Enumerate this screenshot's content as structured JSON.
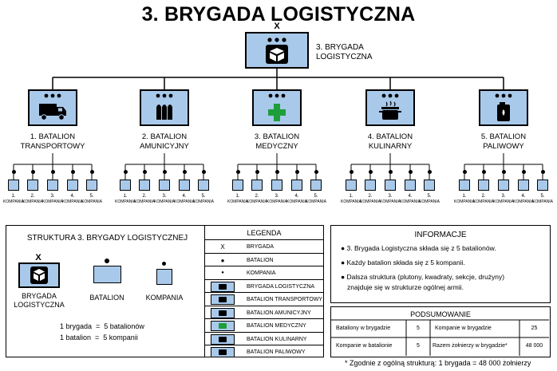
{
  "header": {
    "title": "3. BRYGADA LOGISTYCZNA"
  },
  "brigade": {
    "symbol": "X",
    "label_line1": "3. BRYGADA",
    "label_line2": "LOGISTYCZNA"
  },
  "battalions": [
    {
      "line1": "1. BATALION",
      "line2": "TRANSPORTOWY",
      "icon": "truck-icon"
    },
    {
      "line1": "2. BATALION",
      "line2": "AMUNICYJNY",
      "icon": "ammunition-icon"
    },
    {
      "line1": "3. BATALION",
      "line2": "MEDYCZNY",
      "icon": "medical-cross-icon"
    },
    {
      "line1": "4. BATALION",
      "line2": "KULINARNY",
      "icon": "cooking-pot-icon"
    },
    {
      "line1": "5. BATALION",
      "line2": "PALIWOWY",
      "icon": "fuel-can-icon"
    }
  ],
  "companies": {
    "numbers": [
      "1.",
      "2.",
      "3.",
      "4.",
      "5."
    ],
    "label": "KOMPANIA"
  },
  "structure": {
    "title": "STRUKTURA 3. BRYGADY LOGISTYCZNEJ",
    "brigade_symbol": "X",
    "brigade_label_line1": "BRYGADA",
    "brigade_label_line2": "LOGISTYCZNA",
    "battalion_label": "BATALION",
    "company_label": "KOMPANIA",
    "eq1": "1 brygada  =  5 batalionów",
    "eq2": "1 batalion  =  5 kompanii"
  },
  "legend": {
    "title": "LEGENDA",
    "rows": [
      {
        "symbol": "X",
        "text": "BRYGADA"
      },
      {
        "symbol": "●",
        "text": "BATALION"
      },
      {
        "symbol": "●",
        "text": "KOMPANIA"
      },
      {
        "symbol": "",
        "text": "BRYGADA LOGISTYCZNA"
      },
      {
        "symbol": "",
        "text": "BATALION TRANSPORTOWY"
      },
      {
        "symbol": "",
        "text": "BATALION AMUNICYJNY"
      },
      {
        "symbol": "",
        "text": "BATALION MEDYCZNY"
      },
      {
        "symbol": "",
        "text": "BATALION KULINARNY"
      },
      {
        "symbol": "",
        "text": "BATALION PALIWOWY"
      }
    ]
  },
  "info": {
    "title": "INFORMACJE",
    "items": [
      "3. Brygada Logistyczna składa się z 5 batalionów.",
      "Każdy batalion składa się z 5 kompanii.",
      "Dalsza struktura (plutony, kwadraty, sekcje, drużyny)",
      "znajduje się w strukturze ogólnej armii."
    ]
  },
  "summary": {
    "title": "PODSUMOWANIE",
    "r1c1": "Bataliony w brygadzie",
    "r1c2": "5",
    "r1c3": "Kompanie w brygadzie",
    "r1c4": "25",
    "r2c1": "Kompanie w batalionie",
    "r2c2": "5",
    "r2c3": "Razem żołnierzy w brygadzie*",
    "r2c4": "48 000"
  },
  "footnote": "* Zgodnie z ogólną strukturą: 1 brygada = 48 000 żołnierzy"
}
